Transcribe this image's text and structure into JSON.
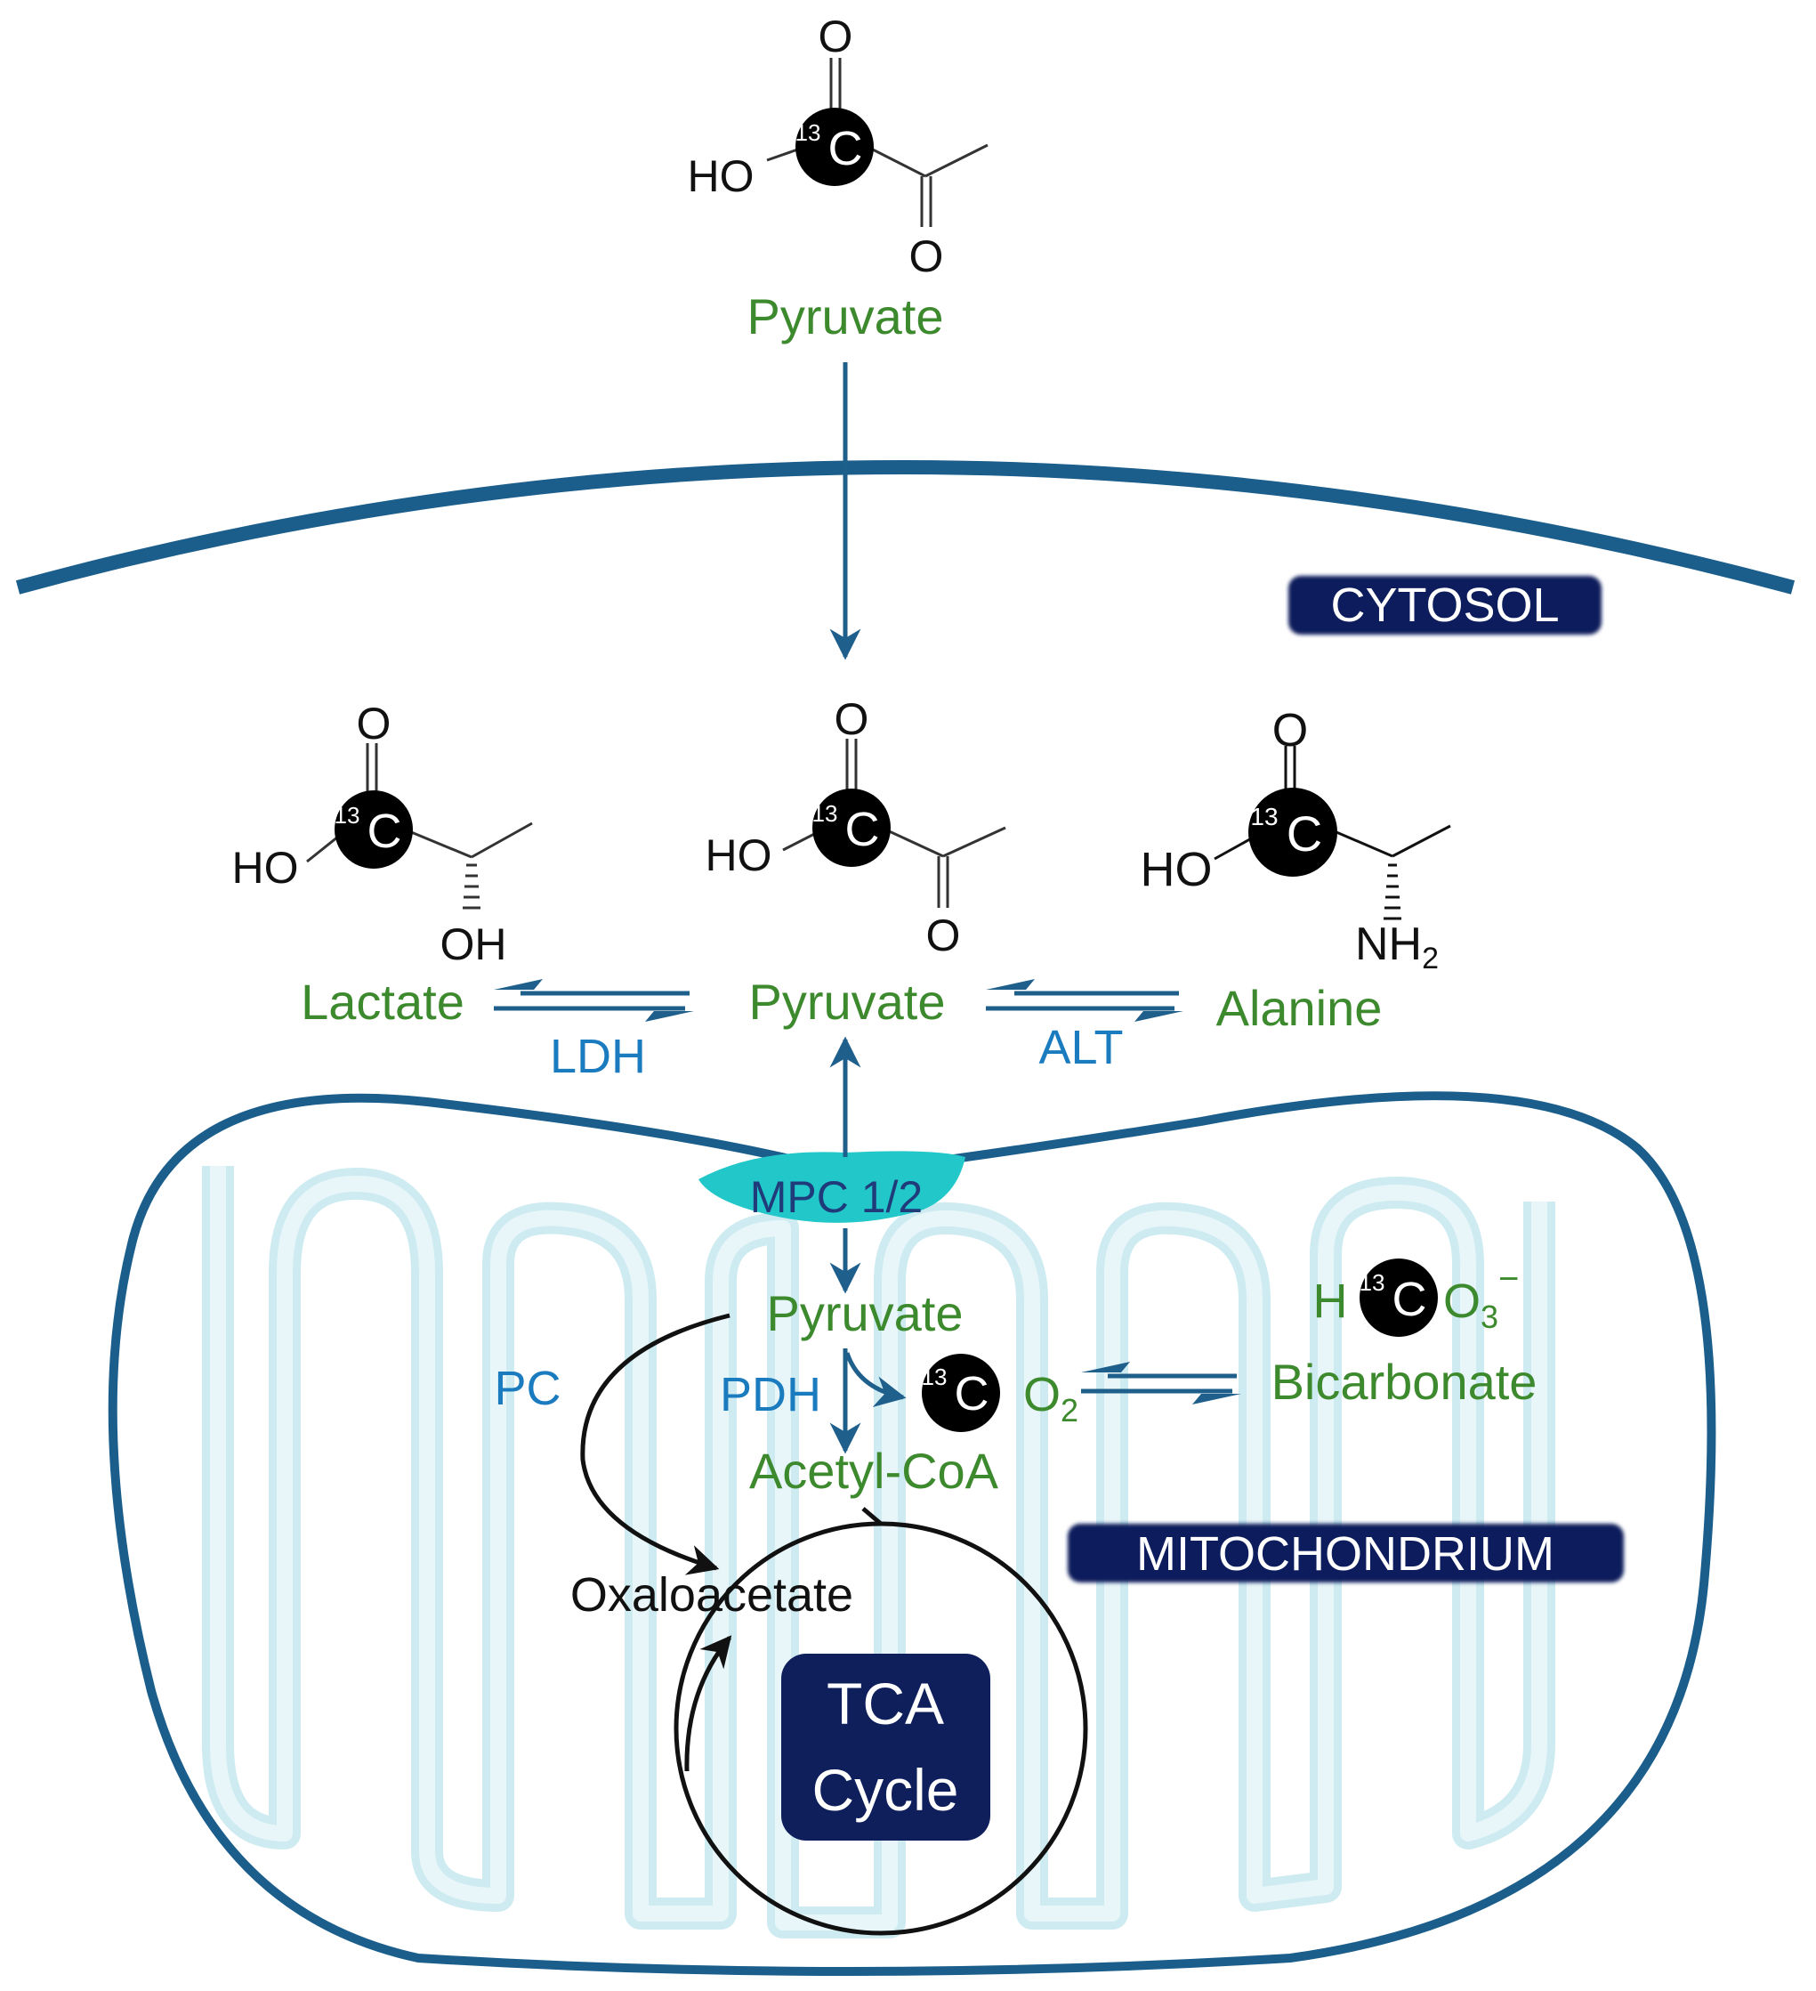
{
  "molecules": {
    "top_pyruvate": {
      "ho": "HO",
      "o_top": "O",
      "o_bottom": "O",
      "label": "Pyruvate"
    },
    "lactate": {
      "ho": "HO",
      "o_top": "O",
      "oh": "OH",
      "label": "Lactate"
    },
    "mid_pyruvate": {
      "ho": "HO",
      "o_top": "O",
      "o_bottom": "O",
      "label": "Pyruvate"
    },
    "alanine": {
      "ho": "HO",
      "o_top": "O",
      "nh": "NH",
      "nh_sub": "2",
      "label": "Alanine"
    }
  },
  "isotope": {
    "mass": "13",
    "element": "C"
  },
  "compartments": {
    "cytosol": "CYTOSOL",
    "mitochondrium": "MITOCHONDRIUM"
  },
  "enzymes": {
    "ldh": "LDH",
    "alt": "ALT",
    "mpc": "MPC 1/2",
    "pc": "PC",
    "pdh": "PDH"
  },
  "mito": {
    "pyruvate": "Pyruvate",
    "acetyl_coa": "Acetyl-CoA",
    "co2_o": "O",
    "co2_sub": "2",
    "bicarb_h": "H",
    "bicarb_o": "O",
    "bicarb_sub": "3",
    "bicarb_charge": "−",
    "bicarbonate": "Bicarbonate",
    "oxaloacetate": "Oxaloacetate"
  },
  "tca": {
    "line1": "TCA",
    "line2": "Cycle"
  },
  "colors": {
    "membrane": "#1b5e8c",
    "arrow": "#1f5f8b",
    "green_text": "#3d8a2e",
    "blue_text": "#1a7bbf",
    "navy_box": "#0f1f5c",
    "cristae": "#cdebf1",
    "mpc_fill": "#22c7c9"
  }
}
